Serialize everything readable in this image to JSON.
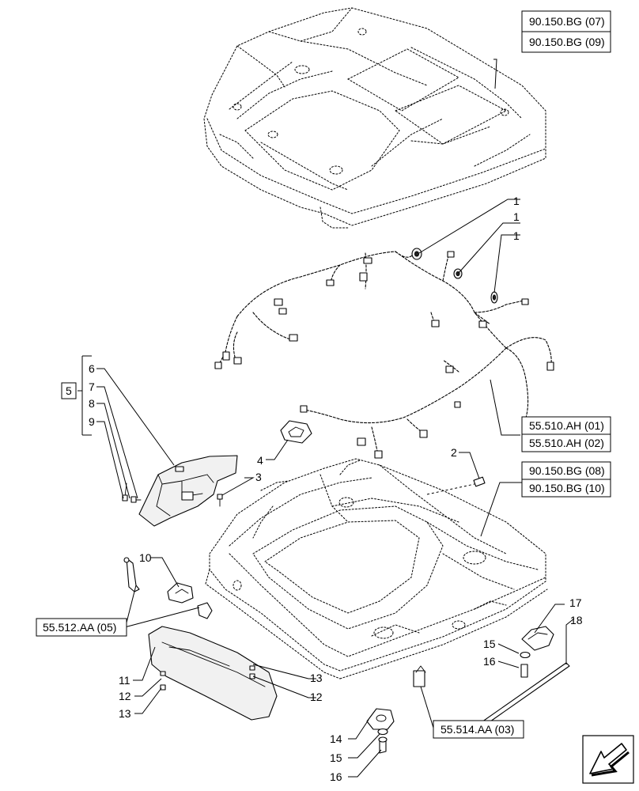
{
  "references": {
    "roof_cover_top": "90.150.BG (07)",
    "roof_cover_bottom": "90.150.BG (09)",
    "harness_top": "55.510.AH (01)",
    "harness_bottom": "55.510.AH (02)",
    "frame_top": "90.150.BG (08)",
    "frame_bottom": "90.150.BG (10)",
    "lamp": "55.512.AA (05)",
    "connector": "55.514.AA (03)"
  },
  "callouts": {
    "c1a": "1",
    "c1b": "1",
    "c1c": "1",
    "c2": "2",
    "c3": "3",
    "c4": "4",
    "c5": "5",
    "c6": "6",
    "c7": "7",
    "c8": "8",
    "c9": "9",
    "c10": "10",
    "c11": "11",
    "c12a": "12",
    "c12b": "12",
    "c13a": "13",
    "c13b": "13",
    "c14": "14",
    "c15a": "15",
    "c15b": "15",
    "c16a": "16",
    "c16b": "16",
    "c17": "17",
    "c18": "18"
  },
  "icons": {
    "nav": "arrow-down-left-icon"
  }
}
